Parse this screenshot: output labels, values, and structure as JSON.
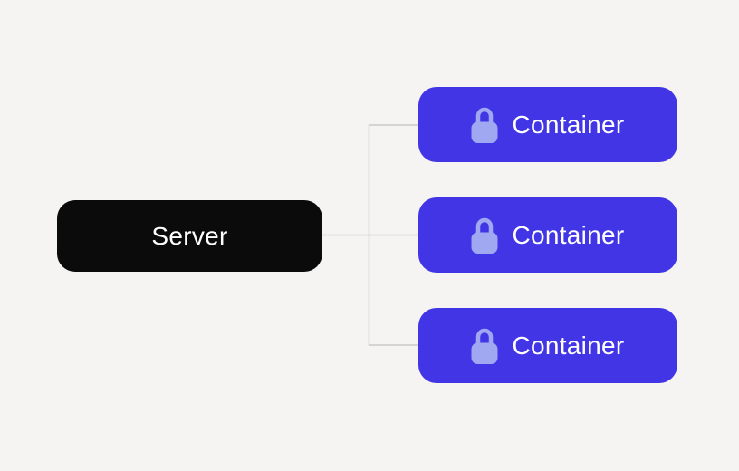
{
  "colors": {
    "background": "#f5f4f2",
    "server_bg": "#0b0b0c",
    "server_text": "#ffffff",
    "container_bg": "#4135e5",
    "container_text": "#ffffff",
    "lock_icon": "#9fa8f0",
    "connector": "#cac9c7"
  },
  "diagram": {
    "type": "tree",
    "server": {
      "label": "Server"
    },
    "containers": [
      {
        "label": "Container",
        "icon": "lock-icon"
      },
      {
        "label": "Container",
        "icon": "lock-icon"
      },
      {
        "label": "Container",
        "icon": "lock-icon"
      }
    ]
  }
}
